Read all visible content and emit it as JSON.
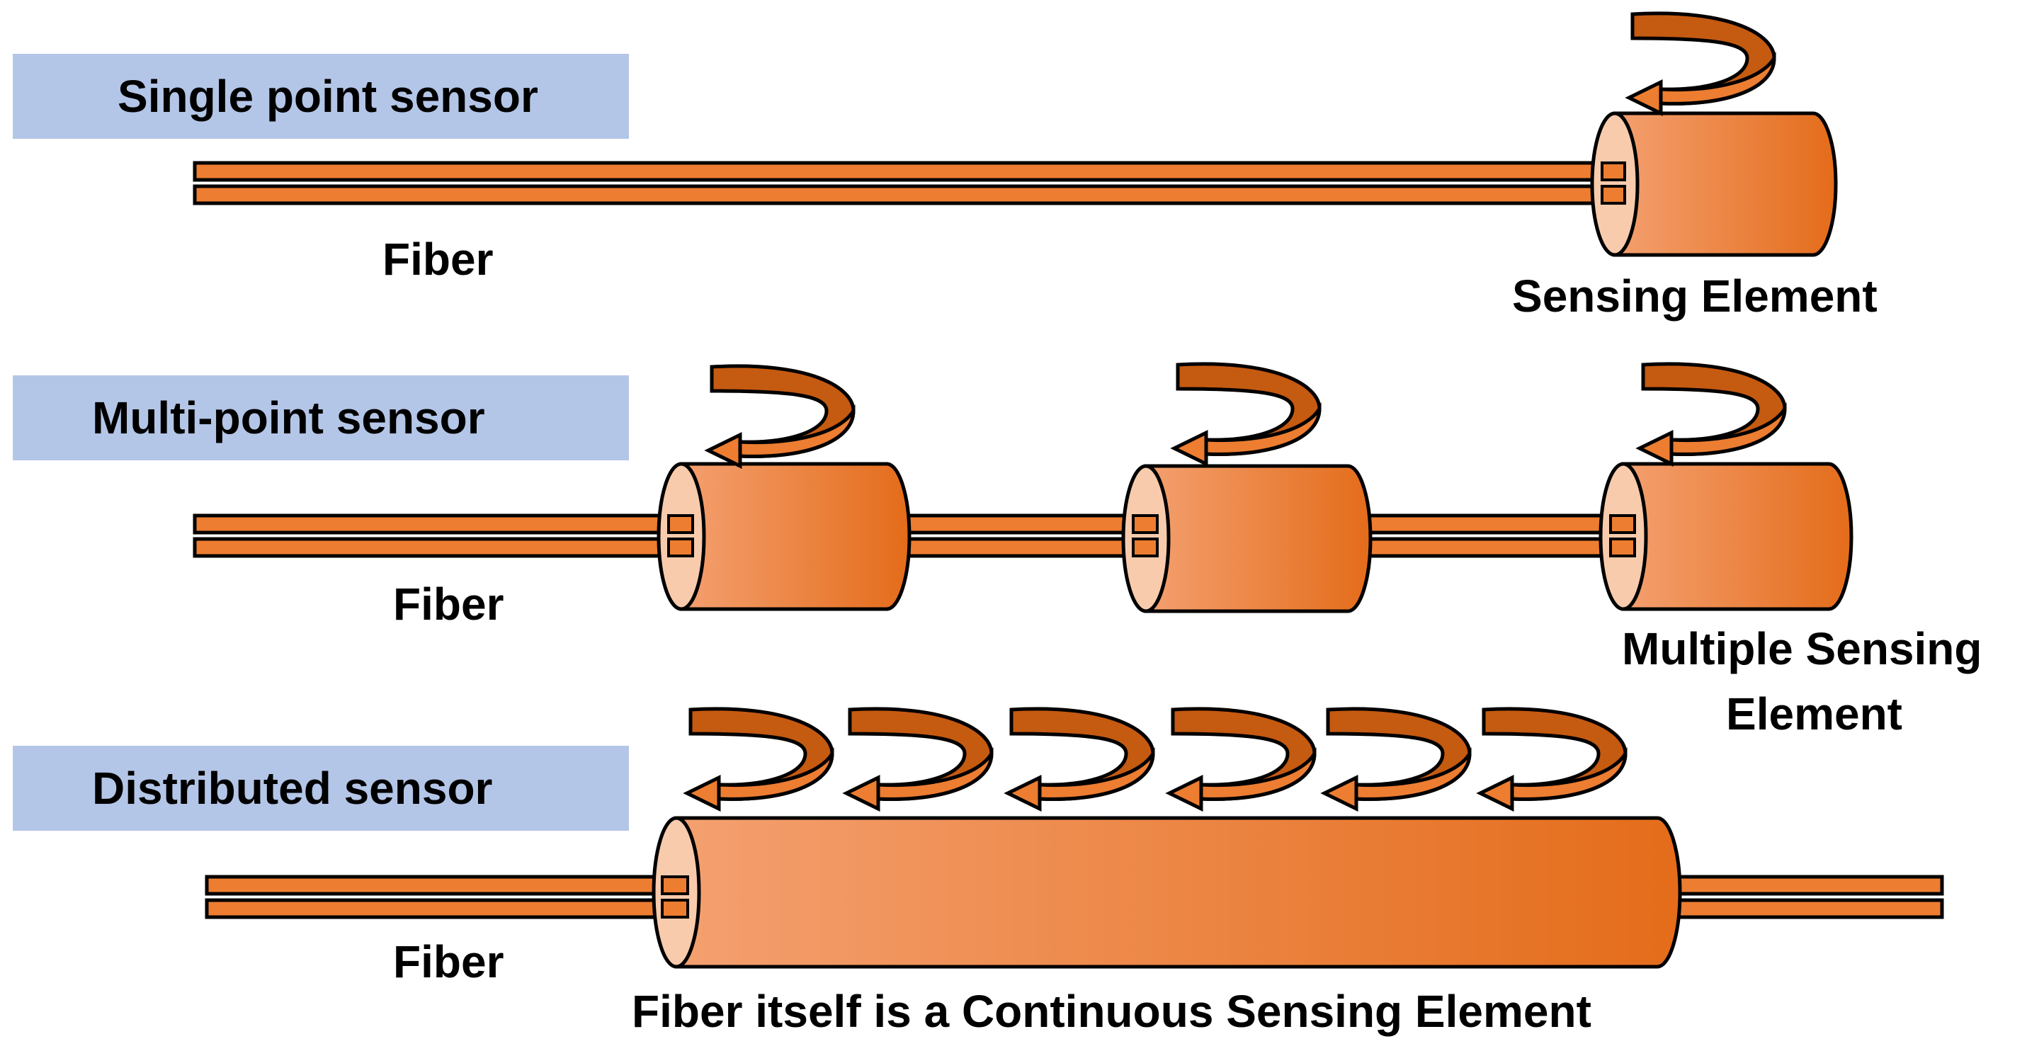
{
  "sections": [
    {
      "title": "Single point sensor",
      "fiber_label": "Fiber",
      "element_label": "Sensing Element"
    },
    {
      "title": "Multi-point sensor",
      "fiber_label": "Fiber",
      "element_label_line1": "Multiple Sensing",
      "element_label_line2": "Element"
    },
    {
      "title": "Distributed sensor",
      "fiber_label": "Fiber",
      "element_label": "Fiber itself is a Continuous Sensing Element"
    }
  ],
  "colors": {
    "fiber": "#ed7d31",
    "cylinder_light": "#f4a070",
    "cylinder_dark": "#e46c1a",
    "cylinder_end_face": "#f8cbad",
    "arrow": "#ed7d31",
    "arrow_back": "#c55a11",
    "label_bg": "#b4c6e7",
    "outline": "#000000"
  },
  "icons": [
    "rotation-arrow-icon",
    "sensing-cylinder",
    "optical-fiber"
  ]
}
